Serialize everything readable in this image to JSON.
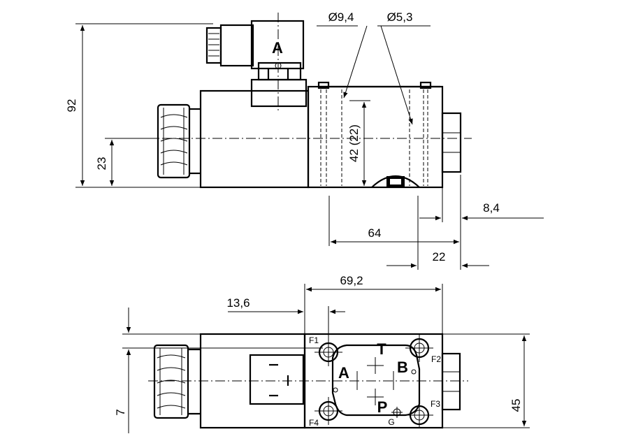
{
  "top_view": {
    "dims": {
      "height_total": "92",
      "height_axis": "23",
      "height_body": "42 (22)",
      "dia_large": "Ø9,4",
      "dia_small": "Ø5,3",
      "length_64": "64",
      "length_22": "22",
      "length_8_4": "8,4"
    },
    "connector_letter": "A"
  },
  "bottom_view": {
    "dims": {
      "width_69_2": "69,2",
      "offset_13_6": "13,6",
      "height_7": "7",
      "height_45": "45"
    },
    "ports": {
      "A": "A",
      "B": "B",
      "T": "T",
      "P": "P",
      "G": "G"
    },
    "bolts": {
      "F1": "F1",
      "F2": "F2",
      "F3": "F3",
      "F4": "F4"
    }
  }
}
